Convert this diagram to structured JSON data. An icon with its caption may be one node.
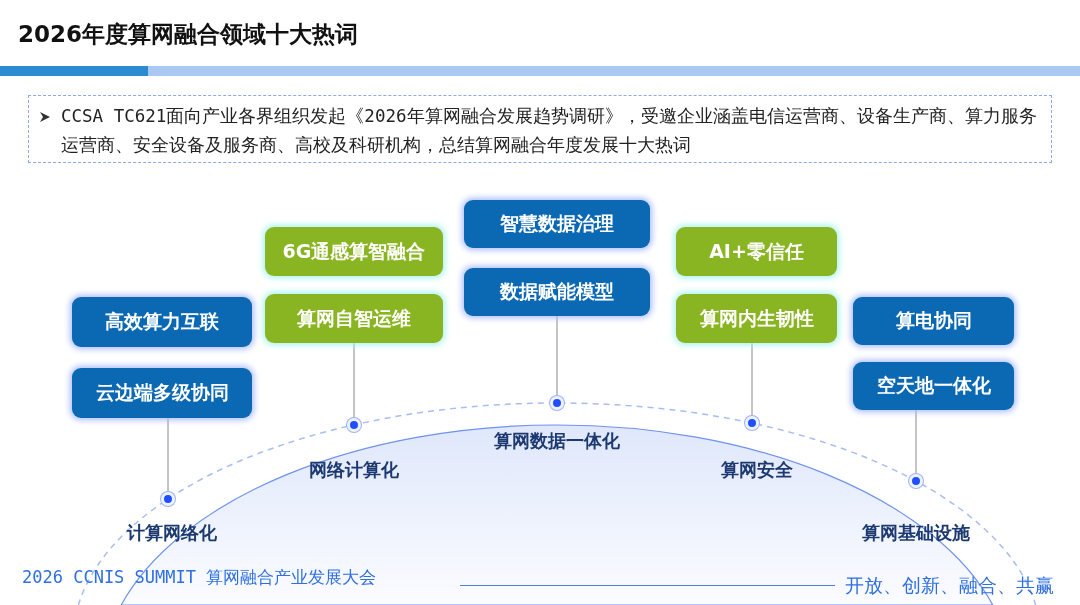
{
  "diagram": {
    "title": "2026年度算网融合领域十大热词",
    "nodes": [
      {
        "text": [
          "CCSA TC621面向产业各界组织发起《2026年算网融合发展趋势调研》，受邀企业涵盖电信运营商、设备生产商、算力服务运营商、安全设备及服务商、高校及科研机构，总结算网融合年度发展十大热词"
        ]
      },
      {
        "text": [
          "高效算力互联"
        ]
      },
      {
        "text": [
          "云边端多级协同"
        ]
      },
      {
        "text": [
          "6G通感算智融合"
        ]
      },
      {
        "text": [
          "算网自智运维"
        ]
      },
      {
        "text": [
          "智慧数据治理"
        ]
      },
      {
        "text": [
          "数据赋能模型"
        ]
      },
      {
        "text": [
          "AI+零信任"
        ]
      },
      {
        "text": [
          "算网内生韧性"
        ]
      },
      {
        "text": [
          "算电协同"
        ]
      },
      {
        "text": [
          "空天地一体化"
        ]
      },
      {
        "text": [],
        "shape": "circle",
        "beside": [
          "计算网络化"
        ]
      },
      {
        "text": [],
        "shape": "circle",
        "beside": [
          "网络计算化"
        ]
      },
      {
        "text": [],
        "shape": "circle",
        "beside": [
          "算网数据一体化"
        ]
      },
      {
        "text": [],
        "shape": "circle",
        "beside": [
          "算网安全"
        ]
      },
      {
        "text": [],
        "shape": "circle",
        "beside": [
          "算网基础设施"
        ]
      }
    ],
    "edges": [
      {
        "from": 11,
        "to": 2,
        "arrow": "none"
      },
      {
        "from": 12,
        "to": 4,
        "arrow": "none"
      },
      {
        "from": 13,
        "to": 6,
        "arrow": "none"
      },
      {
        "from": 14,
        "to": 8,
        "arrow": "none"
      },
      {
        "from": 15,
        "to": 10,
        "arrow": "none"
      }
    ],
    "labels": [
      "2026 CCNIS SUMMIT 算网融合产业发展大会",
      "开放、创新、融合、共赢"
    ]
  }
}
